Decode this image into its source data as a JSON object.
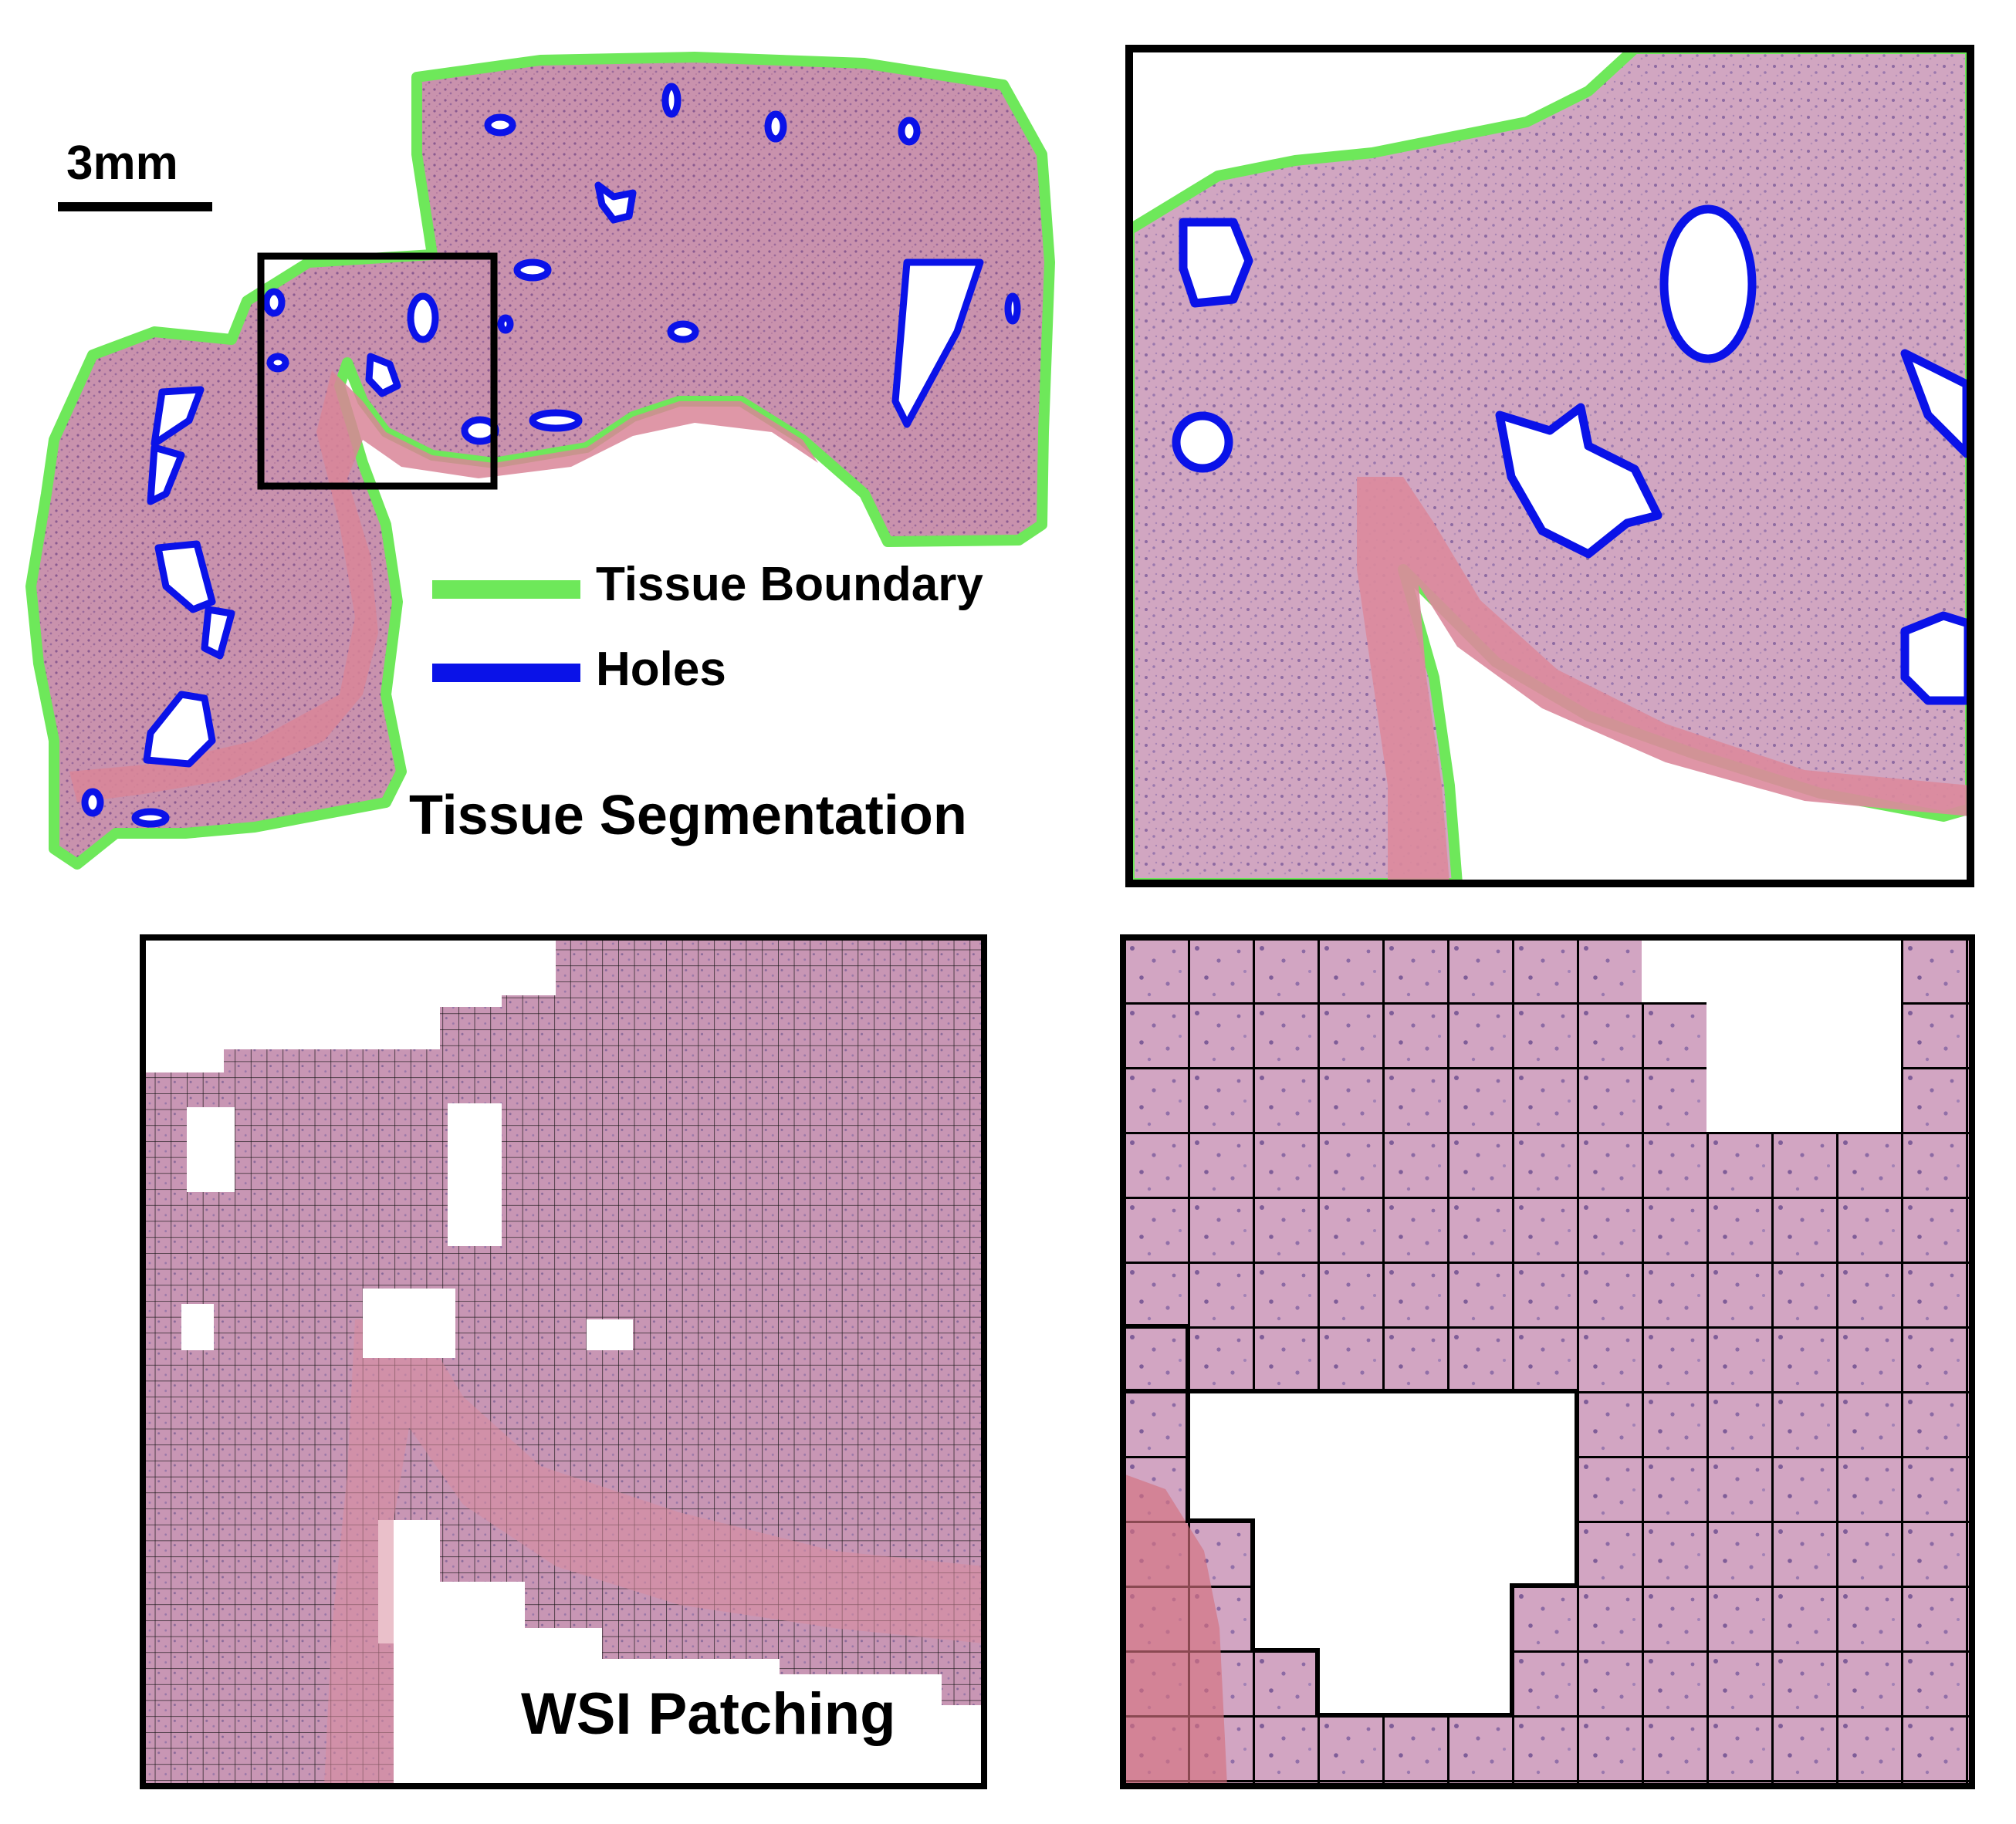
{
  "scale_bar": {
    "label": "3mm"
  },
  "legend": {
    "items": [
      {
        "label": "Tissue Boundary",
        "color": "#6ee85a"
      },
      {
        "label": "Holes",
        "color": "#0a12e8"
      }
    ]
  },
  "captions": {
    "segmentation": "Tissue Segmentation",
    "patching": "WSI Patching"
  },
  "colors": {
    "tissue": "#c48aa6",
    "tissue_light": "#d6a9bf",
    "stroma": "#d98598",
    "boundary": "#6ee85a",
    "holes": "#0a12e8",
    "frame": "#000000"
  }
}
